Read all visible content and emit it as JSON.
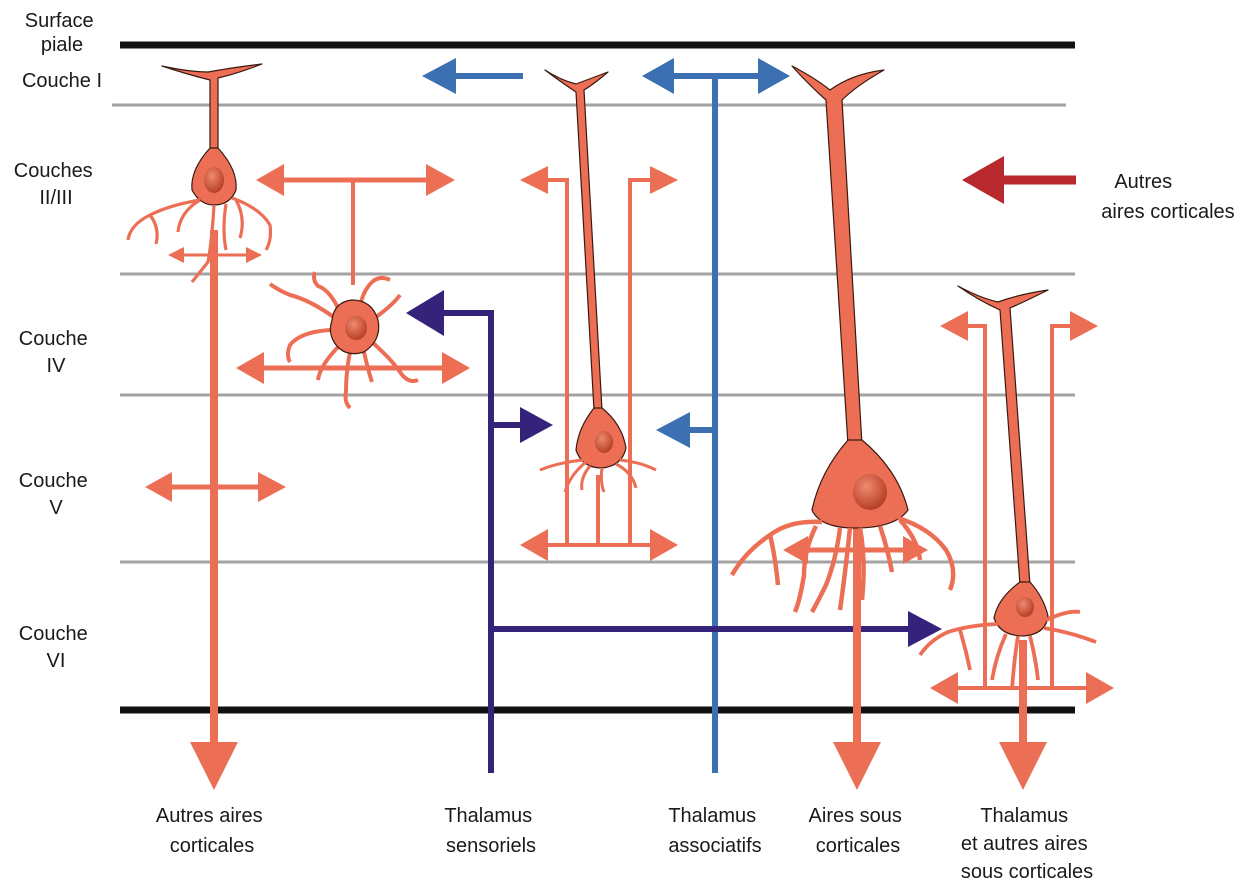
{
  "layers": {
    "surface": [
      "Surface",
      "piale"
    ],
    "couche1": "Couche I",
    "couches23": [
      "Couches",
      "II/III"
    ],
    "couche4": [
      "Couche",
      "IV"
    ],
    "couche5": [
      "Couche",
      "V"
    ],
    "couche6": [
      "Couche",
      "VI"
    ]
  },
  "labels": {
    "autres_aires_right": [
      "Autres",
      "aires corticales"
    ],
    "bottom_autres": [
      "Autres aires",
      "corticales"
    ],
    "bottom_thal_sens": [
      "Thalamus",
      "sensoriels"
    ],
    "bottom_thal_assoc": [
      "Thalamus",
      "associatifs"
    ],
    "bottom_aires_sous": [
      "Aires sous",
      "corticales"
    ],
    "bottom_thal_autres": [
      "Thalamus",
      "et autres aires",
      "sous corticales"
    ]
  },
  "colors": {
    "neuron": "#ec6f55",
    "neuron_dark": "#c94a33",
    "outline": "#3a1a10",
    "thalamus_sensory": "#35227a",
    "thalamus_assoc": "#3d6fb3",
    "cortical_input": "#b8292d",
    "border_line": "#111111",
    "layer_line": "#a3a3a3"
  }
}
